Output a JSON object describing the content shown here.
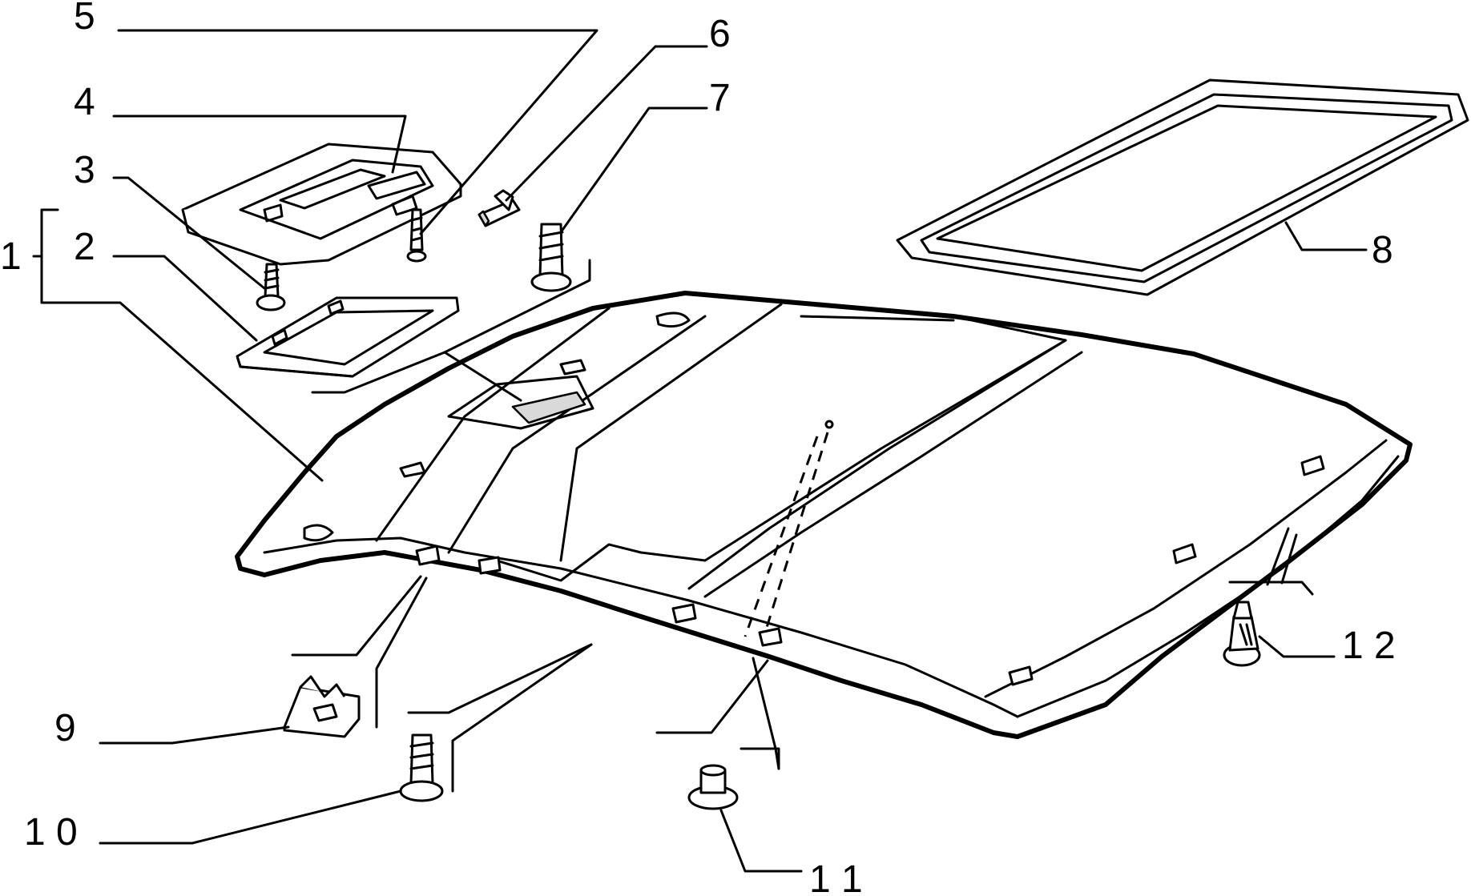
{
  "callouts": [
    {
      "id": "1",
      "text": "1"
    },
    {
      "id": "2",
      "text": "2"
    },
    {
      "id": "3",
      "text": "3"
    },
    {
      "id": "4",
      "text": "4"
    },
    {
      "id": "5",
      "text": "5"
    },
    {
      "id": "6",
      "text": "6"
    },
    {
      "id": "7",
      "text": "7"
    },
    {
      "id": "8",
      "text": "8"
    },
    {
      "id": "9",
      "text": "9"
    },
    {
      "id": "10",
      "text": "1 0"
    },
    {
      "id": "11",
      "text": "1 1"
    },
    {
      "id": "12",
      "text": "1 2"
    }
  ]
}
